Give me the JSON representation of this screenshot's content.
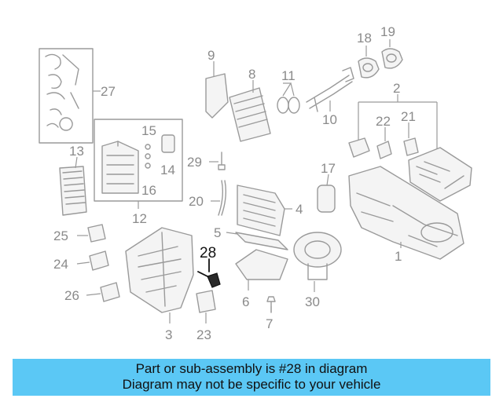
{
  "callouts": {
    "n1": "1",
    "n2": "2",
    "n3": "3",
    "n4": "4",
    "n5": "5",
    "n6": "6",
    "n7": "7",
    "n8": "8",
    "n9": "9",
    "n10": "10",
    "n11": "11",
    "n12": "12",
    "n13": "13",
    "n14": "14",
    "n15": "15",
    "n16": "16",
    "n17": "17",
    "n18": "18",
    "n19": "19",
    "n20": "20",
    "n21": "21",
    "n22": "22",
    "n23": "23",
    "n24": "24",
    "n25": "25",
    "n26": "26",
    "n27": "27",
    "n28": "28",
    "n29": "29",
    "n30": "30"
  },
  "highlighted_part": "28",
  "banner": {
    "line1": "Part or sub-assembly is #28 in diagram",
    "line2": "Diagram may not be specific to your vehicle",
    "color": "#5bc8f5"
  }
}
